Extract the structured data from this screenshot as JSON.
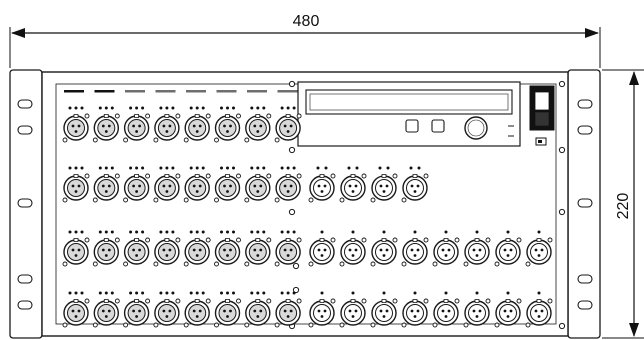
{
  "dimensions": {
    "width_label": "480",
    "height_label": "220"
  },
  "panel": {
    "input_rows": 4,
    "input_cols": 8,
    "output_row1_count": 4,
    "output_row2_count": 8,
    "output_row3_count": 8
  },
  "colors": {
    "line": "#1a1a1a",
    "fill": "#ffffff",
    "dark": "#111111",
    "mid": "#6e6e6e",
    "light": "#d9d9d9"
  },
  "icons": {
    "xlr": "xlr-connector-icon",
    "screw": "screw-icon",
    "rack_hole": "rack-hole-icon"
  }
}
